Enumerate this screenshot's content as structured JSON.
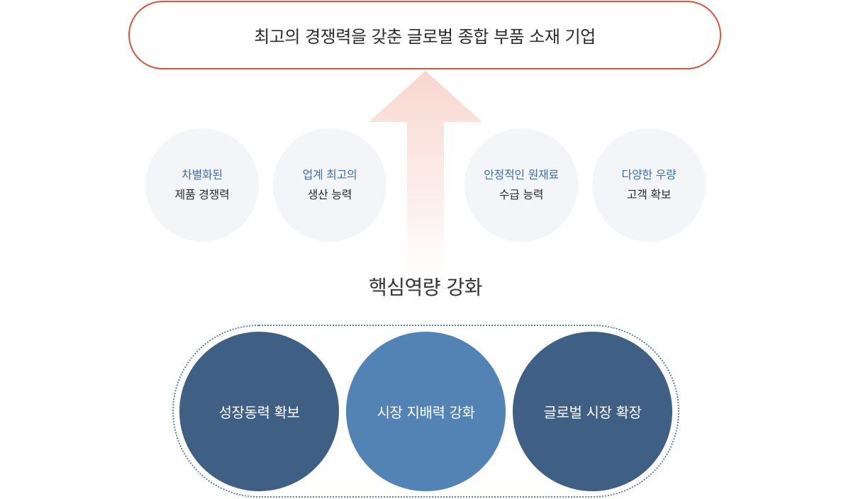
{
  "goal": {
    "text": "최고의 경쟁력을 갖춘 글로벌 종합 부품 소재 기업"
  },
  "capabilities": [
    {
      "line1": "차별화된",
      "line2": "제품 경쟁력"
    },
    {
      "line1": "업계 최고의",
      "line2": "생산 능력"
    },
    {
      "line1": "안정적인 원재료",
      "line2": "수급 능력"
    },
    {
      "line1": "다양한 우량",
      "line2": "고객 확보"
    }
  ],
  "core": {
    "title": "핵심역량 강화"
  },
  "strategies": [
    {
      "label": "성장동력 확보"
    },
    {
      "label": "시장 지배력 강화"
    },
    {
      "label": "글로벌 시장 확장"
    }
  ],
  "colors": {
    "goal_border": "#d8543b",
    "capability_accent": "#3f6fa6",
    "capability_bg": "#f2f4f7",
    "strategy_dark": "#405f85",
    "strategy_light": "#5283b4",
    "dotted_frame": "#5b7fb0",
    "arrow": "#f9d9d2"
  }
}
